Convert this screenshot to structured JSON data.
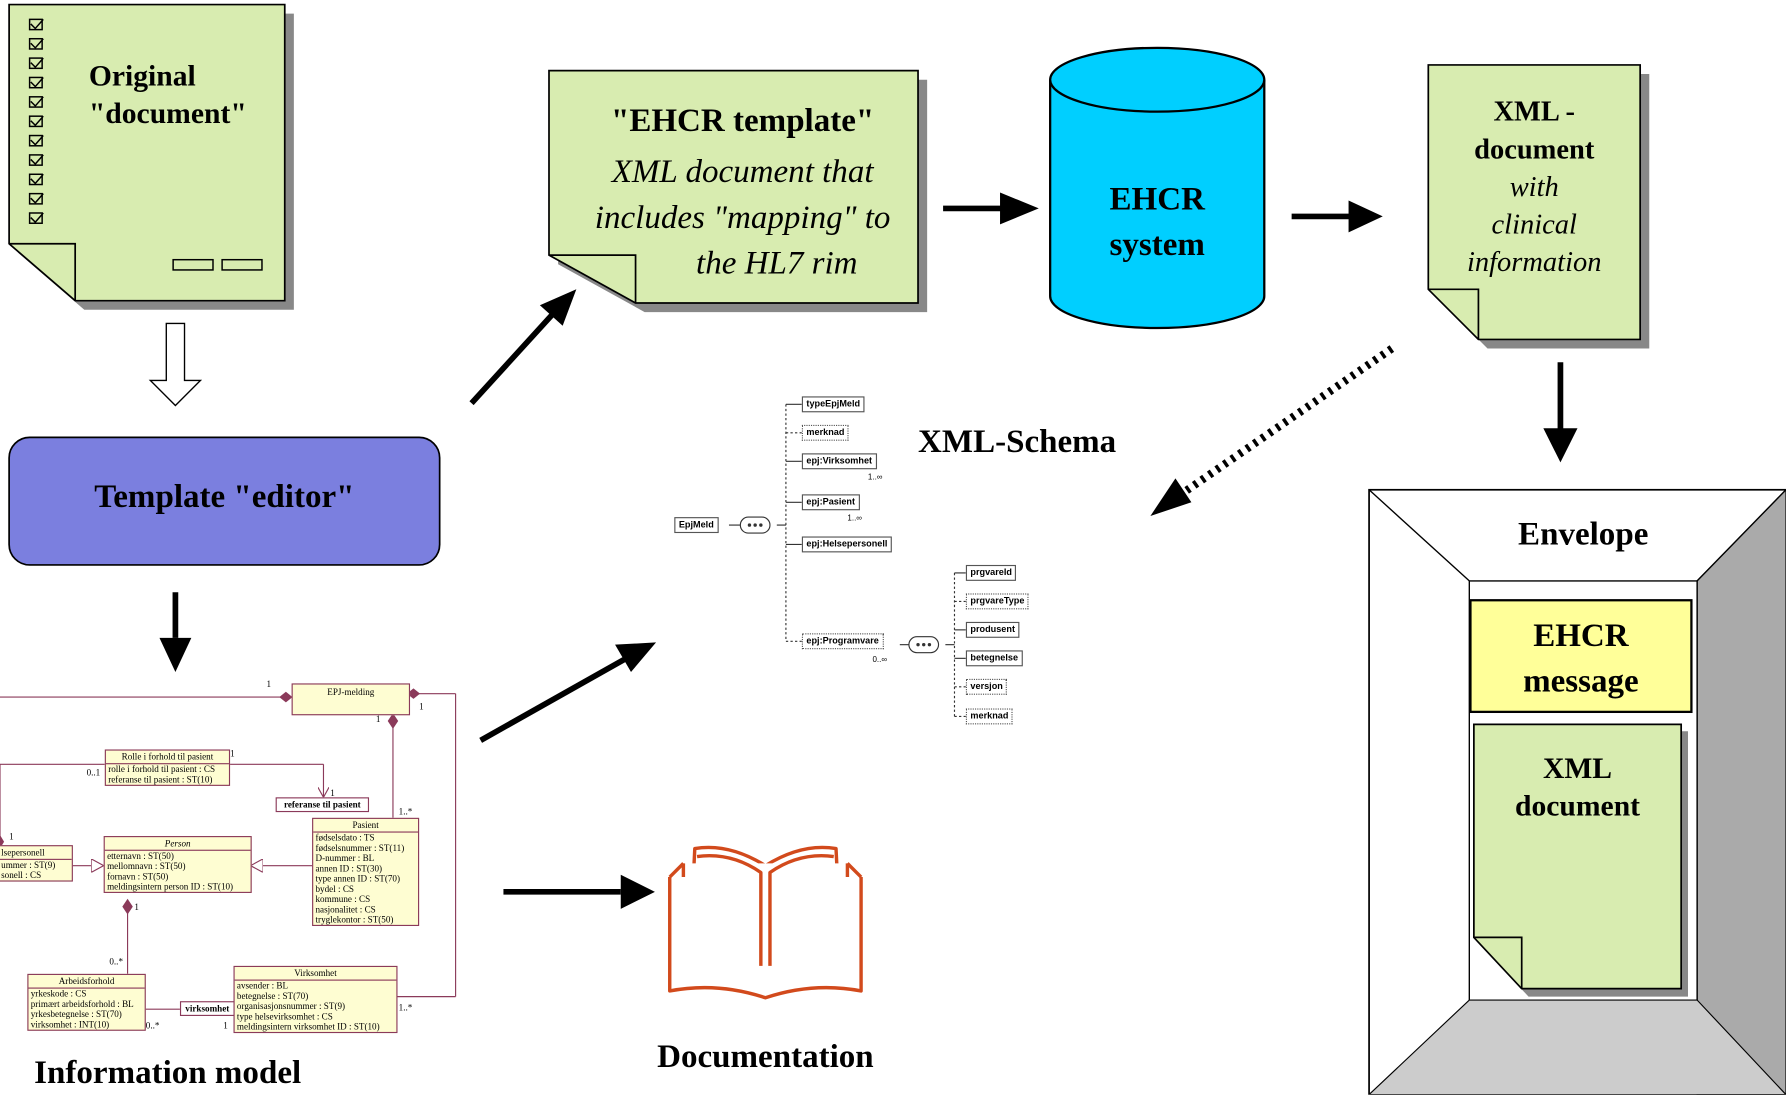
{
  "original_document": {
    "line1": "Original",
    "line2": "\"document\""
  },
  "template_editor": {
    "label": "Template \"editor\""
  },
  "information_model": {
    "caption": "Information model",
    "epj": {
      "title": "EPJ-melding"
    },
    "rolle": {
      "title": "Rolle  i forhold til pasient",
      "attrs": [
        "rolle i forhold til pasient : CS",
        "referanse til pasient : ST(10)"
      ]
    },
    "referanse": {
      "title": "referanse til pasient"
    },
    "pasient": {
      "title": "Pasient",
      "attrs": [
        "fødselsdato : TS",
        "fødselsnummer : ST(11)",
        "D-nummer : BL",
        "annen ID : ST(30)",
        "type annen ID : ST(70)",
        "bydel : CS",
        "kommune : CS",
        "nasjonalitet : CS",
        "tryglekontor : ST(50)"
      ]
    },
    "person": {
      "title": "Person",
      "attrs": [
        "etternavn : ST(50)",
        "mellomnavn : ST(50)",
        "fornavn : ST(50)",
        "meldingsintern person ID : ST(10)"
      ]
    },
    "helsepersonell": {
      "title": "lsepersonell",
      "attrs": [
        "ummer : ST(9)",
        "sonell : CS"
      ]
    },
    "arbeidsforhold": {
      "title": "Arbeidsforhold",
      "attrs": [
        "yrkeskode : CS",
        "primært arbeidsforhold : BL",
        "yrkesbetegnelse : ST(70)",
        "virksomhet : INT(10)"
      ]
    },
    "virksomhet_qual": {
      "title": "virksomhet"
    },
    "virksomhet": {
      "title": "Virksomhet",
      "attrs": [
        "avsender : BL",
        "betegnelse : ST(70)",
        "organisasjonsnummer : ST(9)",
        "type helsevirksomhet : CS",
        "meldingsintern virksomhet ID : ST(10)"
      ]
    },
    "mult": {
      "one": "1",
      "zero_one": "0..1",
      "one_many": "1..*",
      "zero_many": "0..*"
    }
  },
  "ehcr_template": {
    "title": "\"EHCR template\"",
    "line1": "XML document that",
    "line2": "includes \"mapping\" to",
    "line3": "the HL7 rim"
  },
  "ehcr_system": {
    "line1": "EHCR",
    "line2": "system"
  },
  "xml_document_top": {
    "line1": "XML -",
    "line2": "document",
    "line3": "with",
    "line4": "clinical",
    "line5": "information"
  },
  "xml_schema": {
    "title": "XML-Schema",
    "root": "EpjMeld",
    "children": [
      "typeEpjMeld",
      "merknad",
      "epj:Virksomhet",
      "epj:Pasient",
      "epj:Helsepersonell",
      "epj:Programvare"
    ],
    "grandchildren": [
      "prgvareId",
      "prgvareType",
      "produsent",
      "betegnelse",
      "versjon",
      "merknad"
    ],
    "cards": {
      "inf": "1..∞",
      "zinf": "0..∞"
    }
  },
  "documentation": {
    "label": "Documentation"
  },
  "envelope": {
    "label": "Envelope",
    "message_line1": "EHCR",
    "message_line2": "message",
    "doc_line1": "XML",
    "doc_line2": "document"
  },
  "colors": {
    "doc_fill": "#d8ecb0",
    "editor_fill": "#7b7fdf",
    "cylinder_fill": "#00cfff",
    "message_fill": "#ffff99",
    "book_stroke": "#d24a1c",
    "uml_fill": "#fefdd2",
    "uml_line": "#8b3a5a"
  }
}
